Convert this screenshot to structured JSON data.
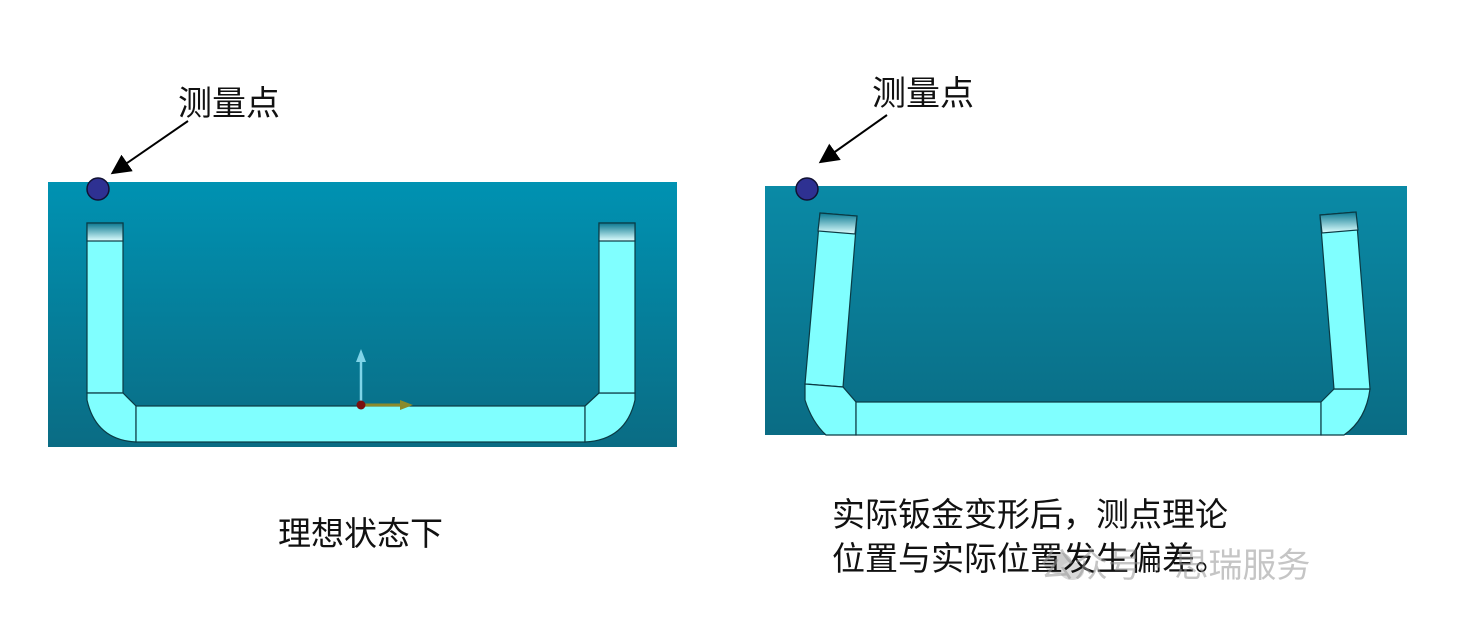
{
  "left_panel": {
    "point_label": "测量点",
    "caption": "理想状态下"
  },
  "right_panel": {
    "point_label": "测量点",
    "caption_line1": "实际钣金变形后，测点理论",
    "caption_line2": "位置与实际位置发生偏差。"
  },
  "watermark": {
    "text": "公众号 · 思瑞服务",
    "icon": "wechat-icon"
  },
  "colors": {
    "background_top": "#0090B0",
    "background_bottom": "#0A6F86",
    "part_fill": "#80FFFF",
    "part_stroke": "#0B3A44",
    "point_fill": "#2E3192",
    "arrow": "#000000",
    "axis_y": "#7FD4E8",
    "axis_x": "#8B8B2B",
    "axis_origin": "#7A1010"
  }
}
